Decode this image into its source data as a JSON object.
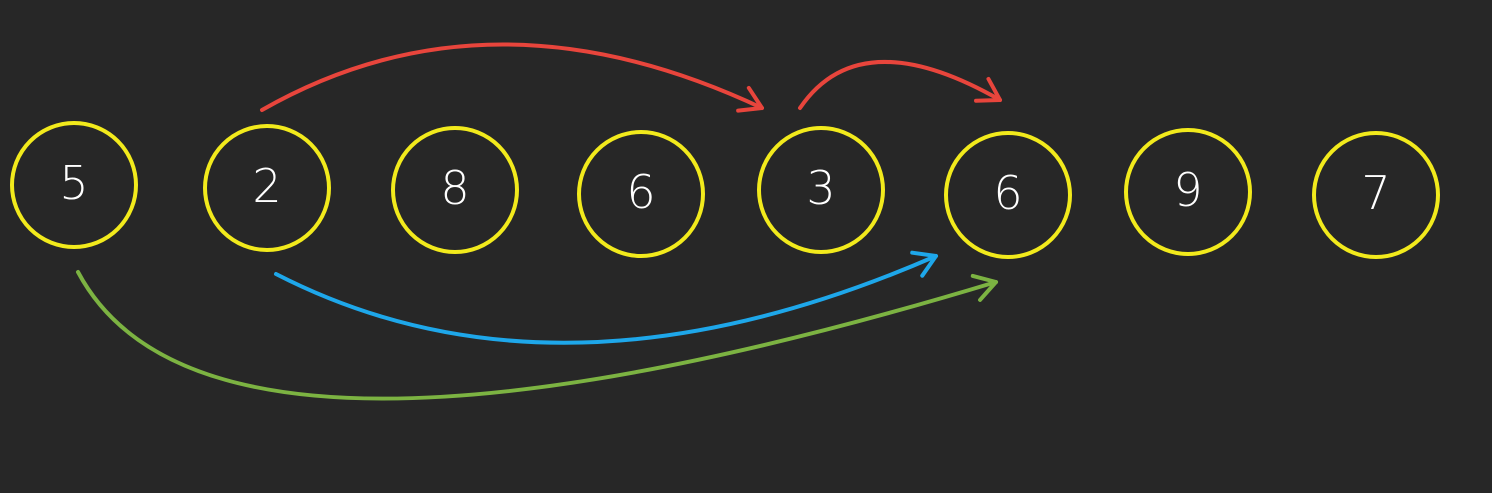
{
  "colors": {
    "background": "#272727",
    "node": "#f2ea1c",
    "text": "#ffffff",
    "red": "#e8453c",
    "blue": "#1ea7ea",
    "green": "#7cb342"
  },
  "nodes": [
    {
      "label": "5"
    },
    {
      "label": "2"
    },
    {
      "label": "8"
    },
    {
      "label": "6"
    },
    {
      "label": "3"
    },
    {
      "label": "6"
    },
    {
      "label": "9"
    },
    {
      "label": "7"
    }
  ],
  "edges": [
    {
      "from": 1,
      "to": 4,
      "color": "red",
      "side": "top"
    },
    {
      "from": 4,
      "to": 5,
      "color": "red",
      "side": "top"
    },
    {
      "from": 1,
      "to": 5,
      "color": "blue",
      "side": "bottom"
    },
    {
      "from": 0,
      "to": 5,
      "color": "green",
      "side": "bottom"
    }
  ]
}
